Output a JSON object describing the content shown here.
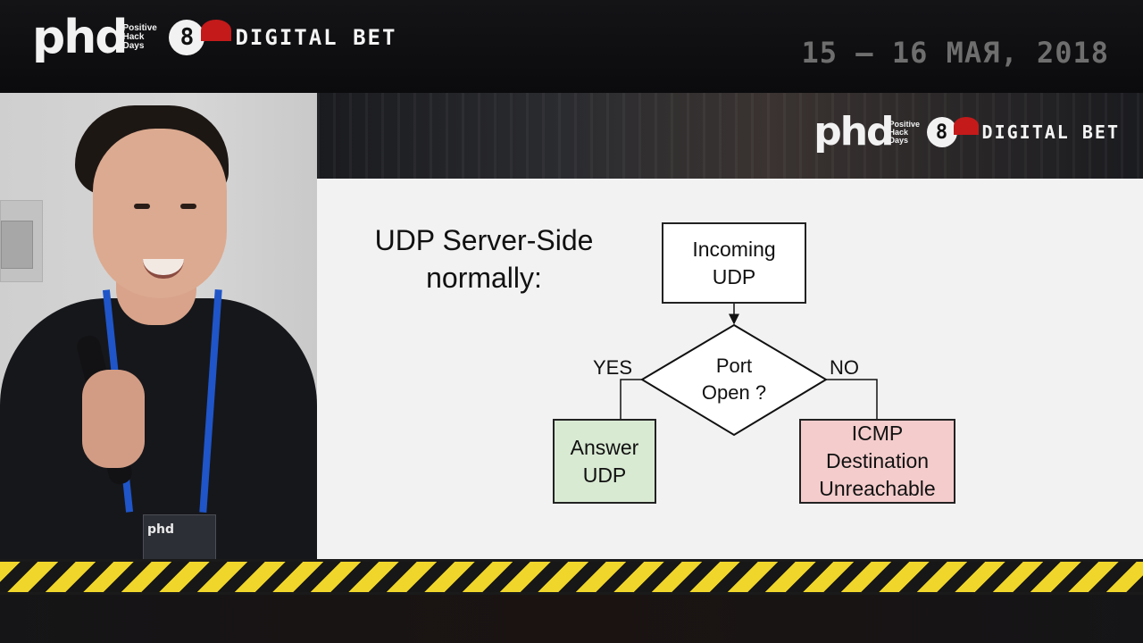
{
  "header": {
    "logo_main": "phd",
    "logo_sub": "Positive Hack Days",
    "logo_eight": "8",
    "logo_brand": "DIGITAL BET",
    "date": "15 – 16 МАЯ, 2018"
  },
  "speaker": {
    "badge_logo": "phd"
  },
  "slide": {
    "banner_logo_main": "phd",
    "banner_logo_sub": "Positive Hack Days",
    "banner_logo_eight": "8",
    "banner_logo_brand": "DIGITAL BET",
    "title": "UDP Server-Side normally:",
    "nodes": {
      "incoming": "Incoming\nUDP",
      "decision": "Port\nOpen ?",
      "answer": "Answer\nUDP",
      "icmp": "ICMP\nDestination\nUnreachable"
    },
    "edges": {
      "yes": "YES",
      "no": "NO"
    },
    "colors": {
      "answer_fill": "#d9ead3",
      "icmp_fill": "#f4cccc",
      "hazard_yellow": "#f0d62a"
    }
  }
}
